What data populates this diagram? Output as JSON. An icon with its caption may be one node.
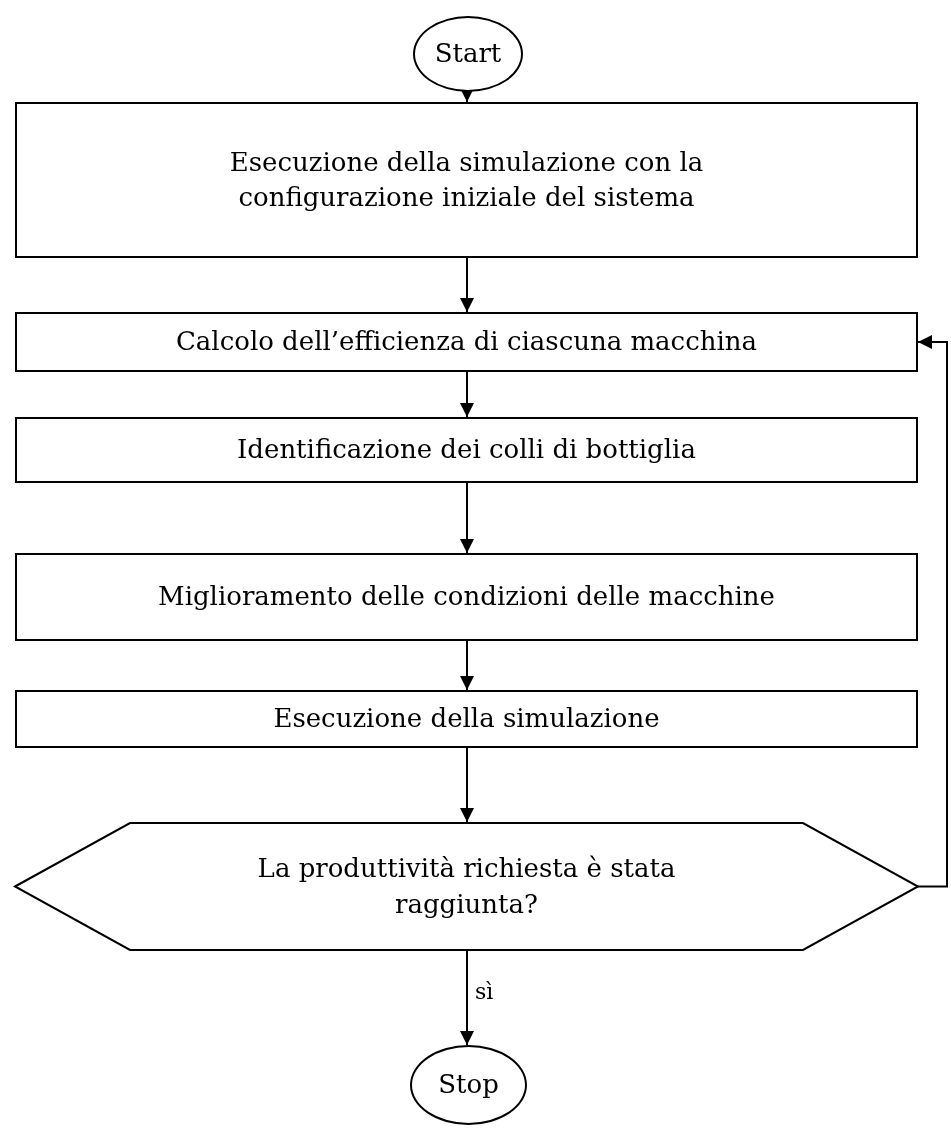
{
  "diagram": {
    "nodes": [
      {
        "text": [
          "Start"
        ]
      },
      {
        "text": [
          "Esecuzione della simulazione con la configurazione iniziale del sistema"
        ]
      },
      {
        "text": [
          "Calcolo dell’efficienza di ciascuna macchina"
        ]
      },
      {
        "text": [
          "Identificazione dei colli di bottiglia"
        ]
      },
      {
        "text": [
          "Miglioramento delle condizioni delle macchine"
        ]
      },
      {
        "text": [
          "Esecuzione della simulazione"
        ]
      },
      {
        "text": [
          "La produttività richiesta è stata raggiunta?"
        ]
      },
      {
        "text": [
          "Stop"
        ]
      }
    ],
    "edges": [
      {
        "from": 0,
        "to": 1,
        "arrow": "to"
      },
      {
        "from": 1,
        "to": 2,
        "arrow": "to"
      },
      {
        "from": 2,
        "to": 3,
        "arrow": "to"
      },
      {
        "from": 3,
        "to": 4,
        "arrow": "to"
      },
      {
        "from": 4,
        "to": 5,
        "arrow": "to"
      },
      {
        "from": 5,
        "to": 6,
        "arrow": "to"
      },
      {
        "from": 6,
        "to": 7,
        "arrow": "to",
        "label": "sì"
      },
      {
        "from": 6,
        "to": 2,
        "arrow": "to"
      }
    ]
  }
}
